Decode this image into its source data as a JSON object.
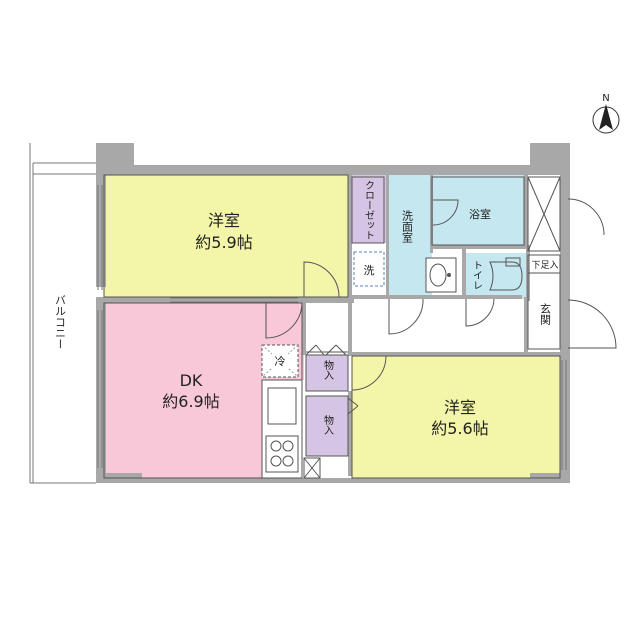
{
  "compass": {
    "north_label": "N",
    "icon": "north-arrow-icon"
  },
  "balcony": {
    "label": "バルコニー"
  },
  "rooms": {
    "western_room_1": {
      "name": "洋室",
      "size": "約5.9帖",
      "color": "#f3f5a8"
    },
    "dk": {
      "name": "DK",
      "size": "約6.9帖",
      "color": "#f8c8d8"
    },
    "western_room_2": {
      "name": "洋室",
      "size": "約5.6帖",
      "color": "#f3f5a8"
    },
    "closet": {
      "label": "クローゼット",
      "color": "#d6c4e4"
    },
    "washroom": {
      "label": "洗面室",
      "color": "#c5e7f0"
    },
    "bathroom": {
      "label": "浴室",
      "color": "#c5e7f0"
    },
    "toilet": {
      "label": "トイレ",
      "color": "#c5e7f0"
    },
    "storage_1": {
      "label": "物入",
      "color": "#d6c4e4"
    },
    "storage_2": {
      "label": "物入",
      "color": "#d6c4e4"
    },
    "entrance": {
      "label": "玄関"
    },
    "shoe_box": {
      "label": "下足入"
    }
  },
  "fixtures": {
    "washer": {
      "label": "洗"
    },
    "fridge": {
      "label": "冷"
    }
  },
  "colors": {
    "wall": "#a8a8a8",
    "line": "#555555"
  }
}
